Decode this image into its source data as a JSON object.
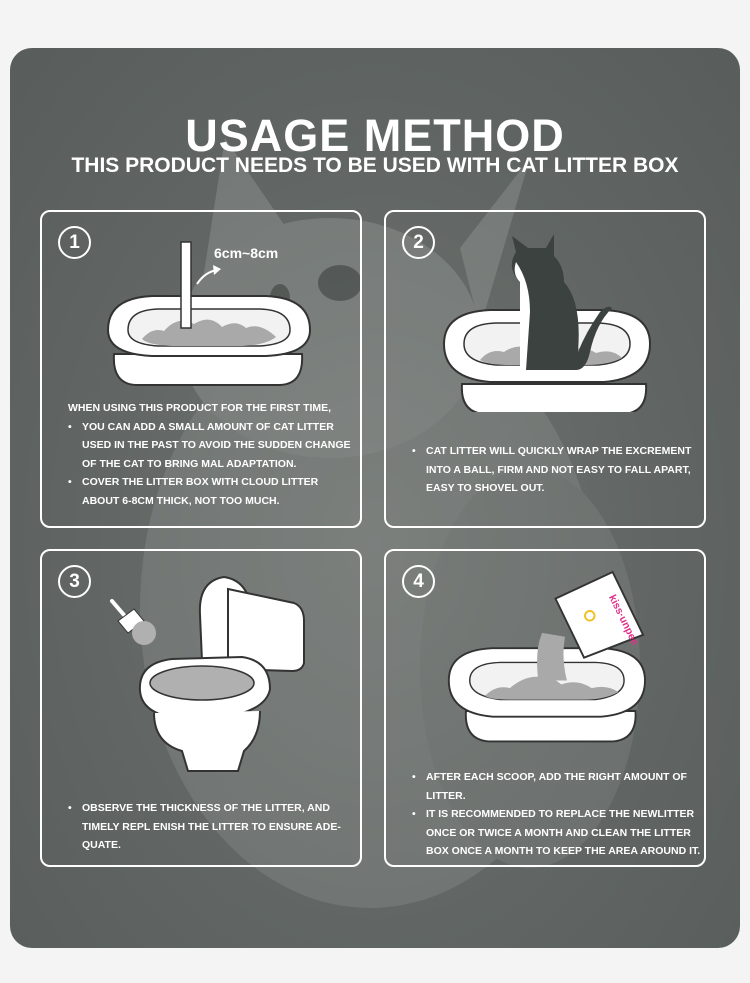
{
  "title": "USAGE METHOD",
  "subtitle": "THIS PRODUCT NEEDS TO BE USED WITH CAT LITTER BOX",
  "steps": [
    {
      "number": "1",
      "measure_label": "6cm~8cm",
      "lines": [
        {
          "bullet": "",
          "text": "WHEN USING THIS PRODUCT FOR THE FIRST TIME,"
        },
        {
          "bullet": "•",
          "text": "YOU CAN ADD A SMALL AMOUNT OF CAT LITTER USED IN THE PAST TO AVOID THE SUDDEN CHANGE OF THE CAT TO BRING MAL ADAPTATION."
        },
        {
          "bullet": "•",
          "text": "COVER THE LITTER BOX WITH CLOUD LITTER ABOUT 6-8CM THICK, NOT TOO MUCH."
        }
      ]
    },
    {
      "number": "2",
      "lines": [
        {
          "bullet": "•",
          "text": "CAT LITTER WILL QUICKLY WRAP THE EXCREMENT INTO A BALL, FIRM AND NOT EASY TO FALL APART, EASY TO SHOVEL OUT."
        }
      ]
    },
    {
      "number": "3",
      "lines": [
        {
          "bullet": "•",
          "text": "OBSERVE THE THICKNESS OF THE LITTER, AND TIMELY REPL ENISH THE LITTER TO ENSURE ADE-QUATE."
        }
      ]
    },
    {
      "number": "4",
      "bag_label": "kiss·unpee",
      "lines": [
        {
          "bullet": "•",
          "text": "AFTER EACH SCOOP, ADD THE RIGHT AMOUNT OF LITTER."
        },
        {
          "bullet": "•",
          "text": "IT IS RECOMMENDED TO REPLACE THE NEWLITTER ONCE OR TWICE A MONTH AND CLEAN THE LITTER BOX ONCE A MONTH TO KEEP THE AREA AROUND IT."
        }
      ]
    }
  ],
  "colors": {
    "panel": "#616664",
    "foreground": "#ffffff",
    "litter": "#a9a9a9",
    "cat": "#3c4240",
    "bag_accent": "#e0308a"
  },
  "icons": [
    "background-cat-illustration",
    "litter-box-icon",
    "ruler-stick-icon",
    "cat-silhouette-icon",
    "toilet-icon",
    "litter-scoop-icon",
    "litter-bag-icon"
  ]
}
